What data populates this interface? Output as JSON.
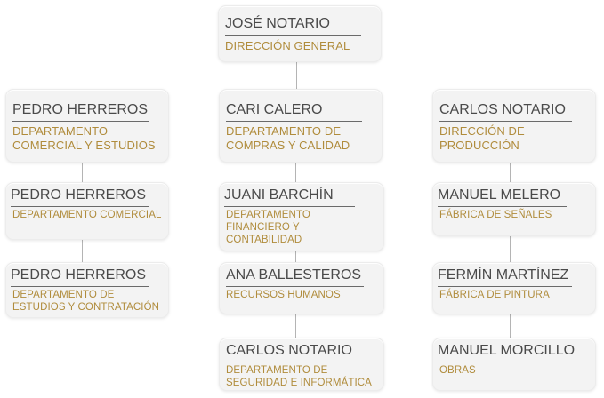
{
  "org_chart": {
    "root": {
      "name": "JOSÉ NOTARIO",
      "department": "DIRECCIÓN GENERAL"
    },
    "columns": [
      {
        "head": {
          "name": "PEDRO HERREROS",
          "department": "DEPARTAMENTO COMERCIAL Y ESTUDIOS"
        },
        "children": [
          {
            "name": "PEDRO HERREROS",
            "department": "DEPARTAMENTO COMERCIAL"
          },
          {
            "name": "PEDRO HERREROS",
            "department": "DEPARTAMENTO DE ESTUDIOS Y CONTRATACIÓN"
          }
        ]
      },
      {
        "head": {
          "name": "CARI CALERO",
          "department": "DEPARTAMENTO DE COMPRAS Y CALIDAD"
        },
        "children": [
          {
            "name": "JUANI BARCHÍN",
            "department": "DEPARTAMENTO FINANCIERO Y CONTABILIDAD"
          },
          {
            "name": "ANA BALLESTEROS",
            "department": "RECURSOS HUMANOS"
          },
          {
            "name": "CARLOS NOTARIO",
            "department": "DEPARTAMENTO DE SEGURIDAD E INFORMÁTICA"
          }
        ]
      },
      {
        "head": {
          "name": "CARLOS NOTARIO",
          "department": "DIRECCIÓN DE PRODUCCIÓN"
        },
        "children": [
          {
            "name": "MANUEL MELERO",
            "department": "FÁBRICA DE SEÑALES"
          },
          {
            "name": "FERMÍN MARTÍNEZ",
            "department": "FÁBRICA DE PINTURA"
          },
          {
            "name": "MANUEL MORCILLO",
            "department": "OBRAS"
          }
        ]
      }
    ]
  },
  "colors": {
    "box_background": "#f3f3f3",
    "name_text": "#4a4a4a",
    "department_text": "#b08c3c",
    "connector": "#b4b4b4"
  }
}
